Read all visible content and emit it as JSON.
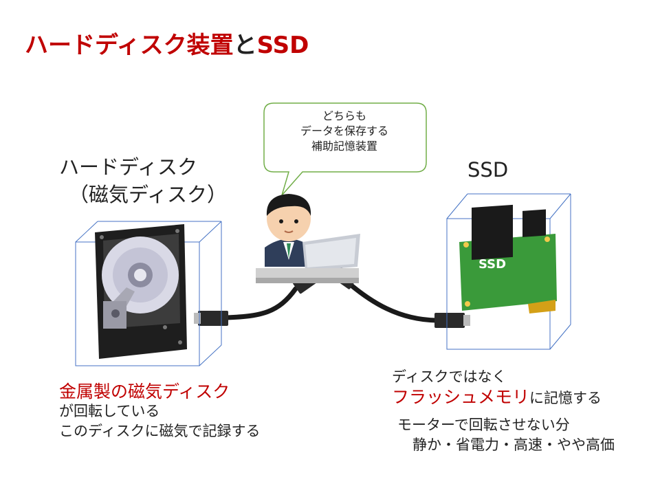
{
  "title": {
    "part1": "ハードディスク装置",
    "part2": "と",
    "part3": "SSD"
  },
  "bubble": {
    "line1": "どちらも",
    "line2": "データを保存する",
    "line3": "補助記憶装置"
  },
  "hdd": {
    "label_line1": "ハードディスク",
    "label_line2": "（磁気ディスク）",
    "desc_highlight": "金属製の磁気ディスク",
    "desc_line2": "が回転している",
    "desc_line3": "このディスクに磁気で記録する"
  },
  "ssd": {
    "label": "SSD",
    "chip_text": "SSD",
    "desc_line1": "ディスクではなく",
    "desc_highlight": "フラッシュメモリ",
    "desc_suffix": "に記憶する",
    "desc_line3": "モーターで回転させない分",
    "desc_line4": "静か・省電力・高速・やや高価"
  },
  "colors": {
    "accent_red": "#c00000",
    "text": "#222222",
    "bubble_border": "#70ad47",
    "box_edge": "#4472c4",
    "pcb_green": "#3a9a3a"
  },
  "icons": {
    "person": "office-worker-icon",
    "laptop": "laptop-icon",
    "hdd": "hard-disk-icon",
    "ssd": "ssd-card-icon"
  }
}
